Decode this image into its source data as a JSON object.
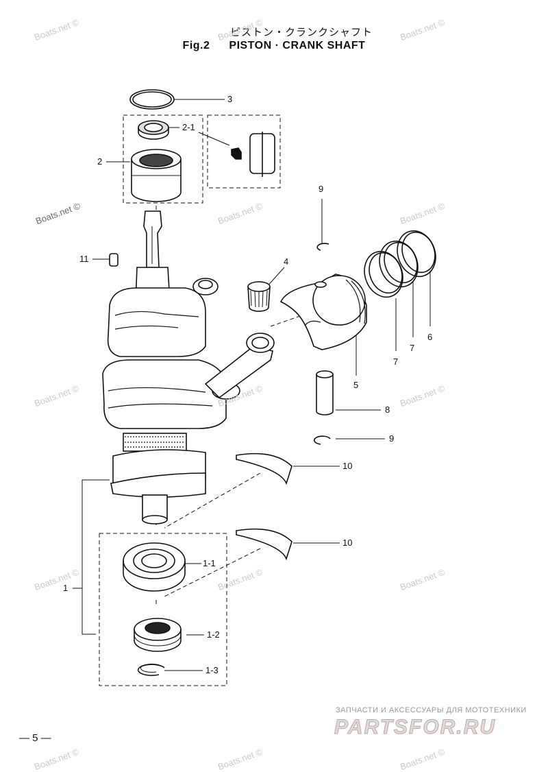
{
  "title": {
    "japanese": "ピストン・クランクシャフト",
    "fig_label": "Fig.2",
    "english": "PISTON · CRANK SHAFT"
  },
  "watermark": "Boats.net ©",
  "callouts": {
    "c3": "3",
    "c2_1": "2-1",
    "c2": "2",
    "c9_top": "9",
    "c11": "11",
    "c4": "4",
    "c6": "6",
    "c7_right": "7",
    "c7_left": "7",
    "c5": "5",
    "c8": "8",
    "c9_bottom": "9",
    "c10_top": "10",
    "c10_bottom": "10",
    "c1": "1",
    "c1_1": "1-1",
    "c1_2": "1-2",
    "c1_3": "1-3"
  },
  "page_number": "— 5 —",
  "brand": {
    "tagline": "ЗАПЧАСТИ И АКСЕССУАРЫ ДЛЯ МОТОТЕХНИКИ",
    "logo": "PARTSFOR.RU"
  }
}
